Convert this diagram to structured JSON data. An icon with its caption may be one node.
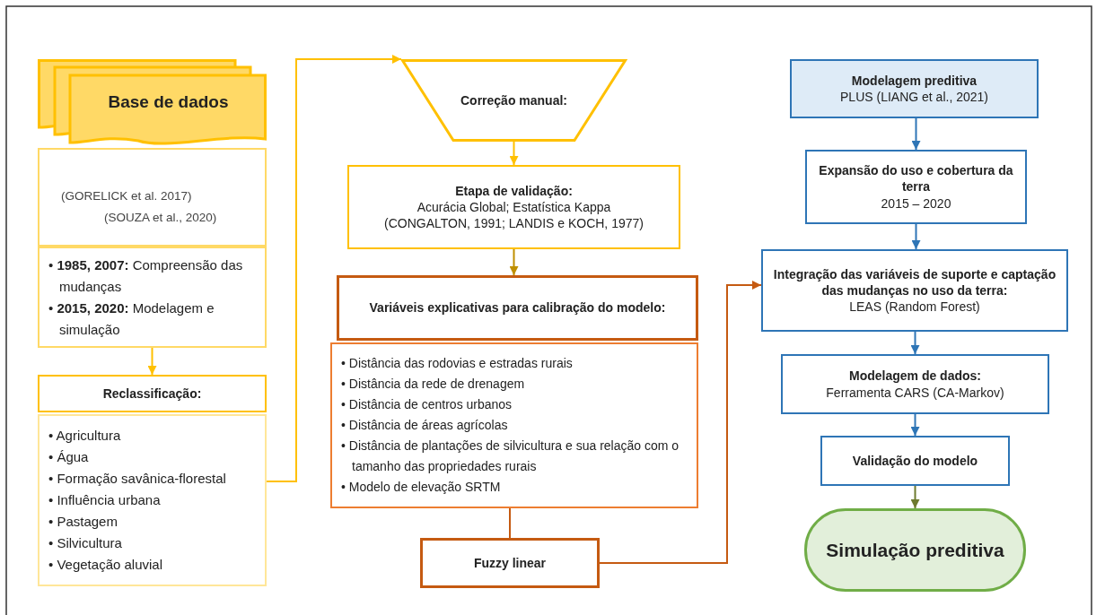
{
  "diagram": {
    "nodes": [
      {
        "text": [
          "Base de dados"
        ]
      },
      {
        "text": [
          "(GORELICK et al. 2017)",
          "(SOUZA et al., 2020)"
        ]
      },
      {
        "text": [
          "• **1985, 2007:** Compreensão das mudanças",
          "• **2015, 2020:** Modelagem e simulação"
        ]
      },
      {
        "text": [
          "Reclassificação:"
        ]
      },
      {
        "text": [
          "• Agricultura",
          "• Água",
          "• Formação savânica-florestal",
          "• Influência urbana",
          "• Pastagem",
          "• Silvicultura",
          "• Vegetação aluvial"
        ]
      },
      {
        "text": [
          "Correção manual:"
        ]
      },
      {
        "text": [
          "Etapa de validação:",
          "Acurácia Global; Estatística Kappa",
          "(CONGALTON, 1991; LANDIS e KOCH, 1977)"
        ]
      },
      {
        "text": [
          "Variáveis explicativas para calibração do modelo:"
        ]
      },
      {
        "text": [
          "• Distância das rodovias e estradas rurais",
          "• Distância da rede de drenagem",
          "• Distância de centros urbanos",
          "• Distância de áreas agrícolas",
          "• Distância de plantações de silvicultura e sua relação com o tamanho das propriedades rurais",
          "• Modelo de elevação SRTM"
        ]
      },
      {
        "text": [
          "Fuzzy linear"
        ]
      },
      {
        "text": [
          "Modelagem preditiva",
          "PLUS (LIANG et al., 2021)"
        ]
      },
      {
        "text": [
          "Expansão do uso e cobertura da terra",
          "2015 – 2020"
        ]
      },
      {
        "text": [
          "Integração das variáveis de suporte e captação das mudanças no uso da terra:",
          "LEAS (Random Forest)"
        ]
      },
      {
        "text": [
          "Modelagem de dados:",
          "Ferramenta CARS (CA-Markov)"
        ]
      },
      {
        "text": [
          "Validação do modelo"
        ]
      },
      {
        "text": [
          "Simulação preditiva"
        ]
      }
    ],
    "edges": [
      {
        "from": 2,
        "to": 3,
        "arrow": "to",
        "color": "#ffc000"
      },
      {
        "from": 4,
        "to": 5,
        "arrow": "to",
        "color": "#ffc000"
      },
      {
        "from": 5,
        "to": 6,
        "arrow": "to",
        "color": "#ffc000"
      },
      {
        "from": 6,
        "to": 7,
        "arrow": "to",
        "color": "#bf8f00"
      },
      {
        "from": 8,
        "to": 9,
        "arrow": "none",
        "color": "#c55a11"
      },
      {
        "from": 9,
        "to": 12,
        "arrow": "to",
        "color": "#c55a11"
      },
      {
        "from": 10,
        "to": 11,
        "arrow": "to"
      },
      {
        "from": 11,
        "to": 12,
        "arrow": "to"
      },
      {
        "from": 12,
        "to": 13,
        "arrow": "to"
      },
      {
        "from": 13,
        "to": 14,
        "arrow": "to"
      },
      {
        "from": 14,
        "to": 15,
        "arrow": "to",
        "color": "#6d7a2e"
      }
    ]
  }
}
